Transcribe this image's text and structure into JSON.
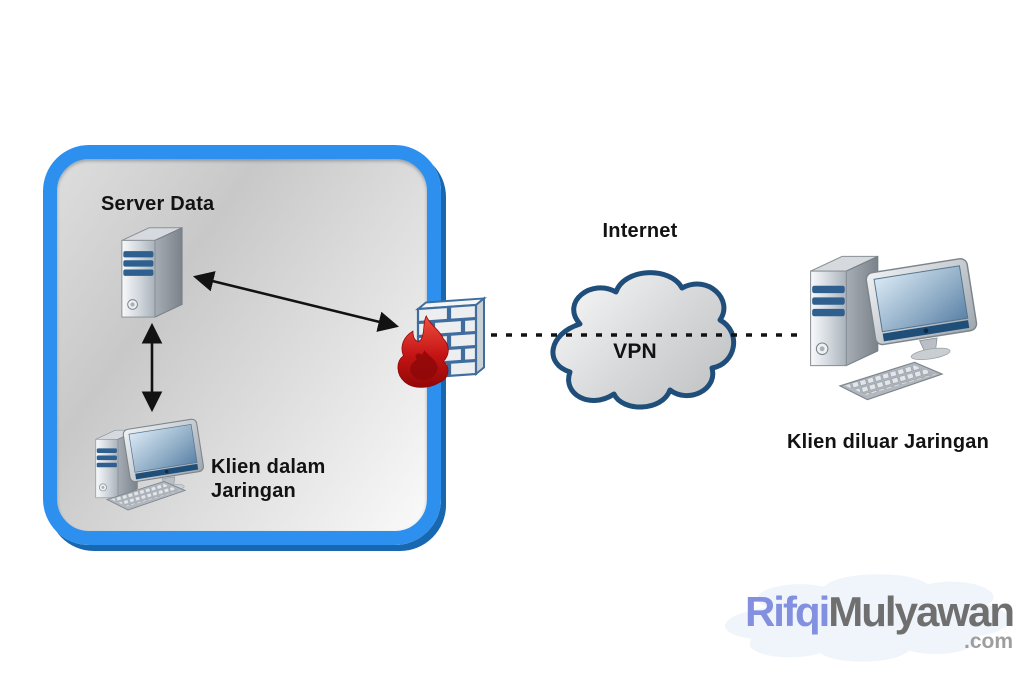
{
  "labels": {
    "server": "Server Data",
    "internal_client": "Klien dalam Jaringan",
    "internet": "Internet",
    "vpn": "VPN",
    "external_client": "Klien diluar Jaringan"
  },
  "watermark": {
    "first": "Rifqi",
    "second": "Mulyawan",
    "suffix": ".com"
  },
  "icons": {
    "server": "server-tower-icon",
    "internal_client": "desktop-pc-icon",
    "firewall": "firewall-brick-flame-icon",
    "internet": "cloud-icon",
    "external_client": "desktop-pc-icon",
    "watermark_background": "cloud-icon"
  },
  "colors": {
    "lan_border_blue": "#2D90EF",
    "lan_border_shadow": "#1767B1",
    "cloud_outline_navy": "#1E4E79",
    "flame_red": "#C41414",
    "tower_stripe_navy": "#2E5F8E",
    "screen_navy_bar": "#1F4E79",
    "watermark_blue": "#8290DF",
    "watermark_gray": "#6F6F6F",
    "connector_black": "#121212"
  },
  "connections": [
    {
      "from": "server",
      "to": "firewall",
      "style": "solid-double-arrow"
    },
    {
      "from": "server",
      "to": "internal_client",
      "style": "solid-double-arrow"
    },
    {
      "from": "firewall",
      "to": "external_client",
      "via": "vpn_cloud",
      "style": "dotted-line"
    }
  ]
}
